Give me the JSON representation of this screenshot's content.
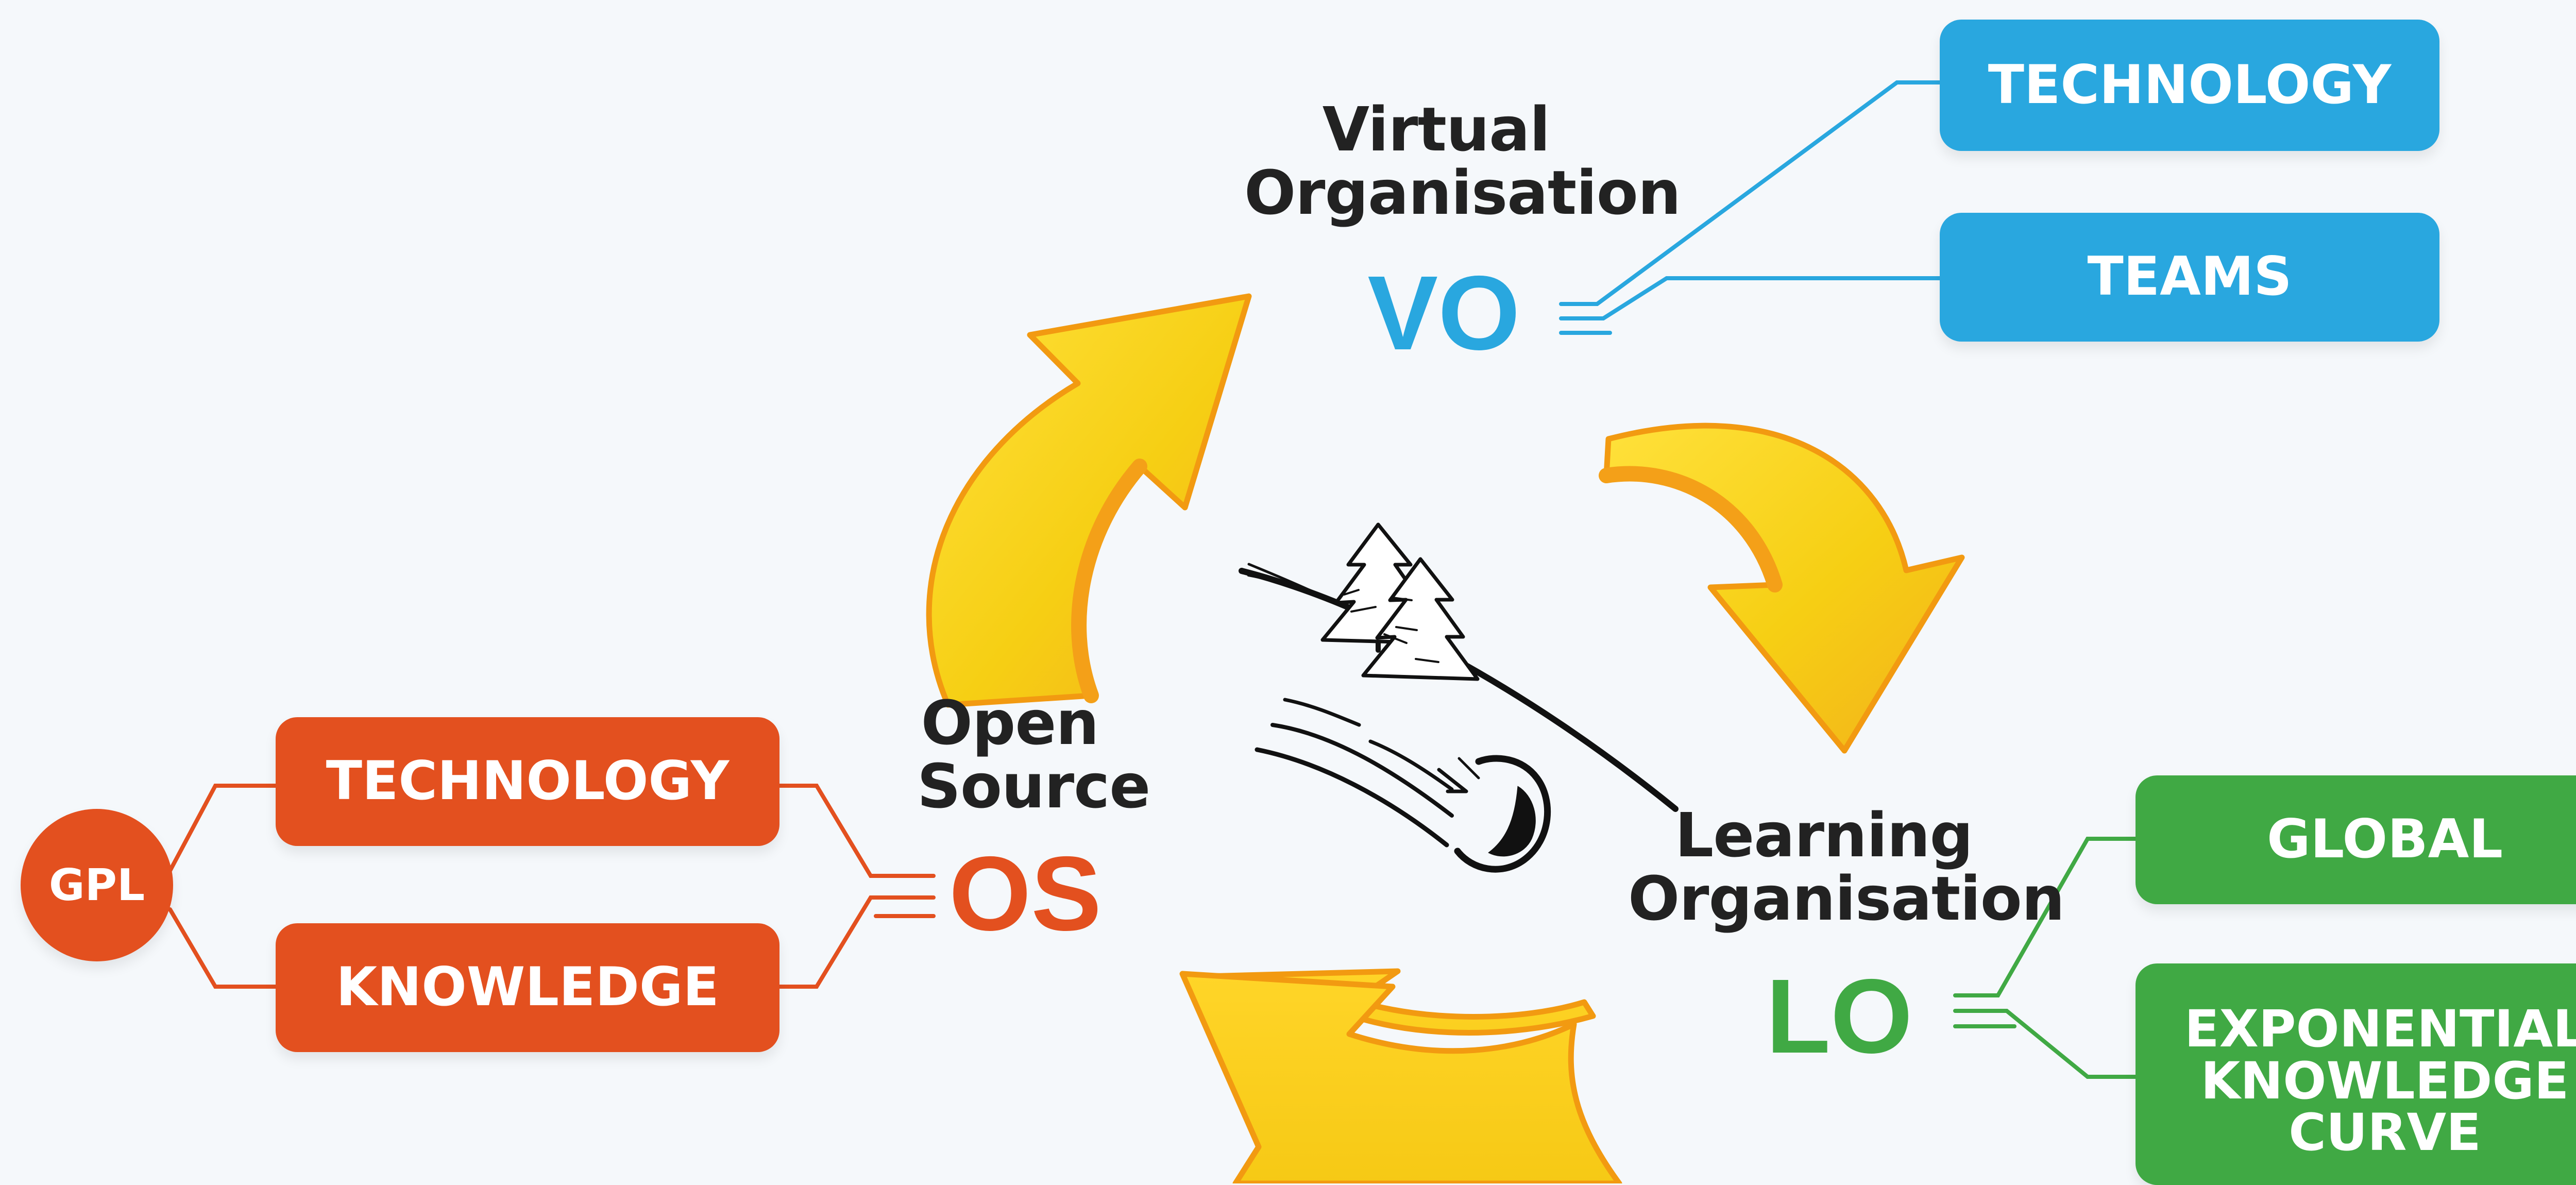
{
  "diagram": {
    "colors": {
      "background": "#f5f8fb",
      "vo_accent": "#29a7df",
      "os_accent": "#e3501f",
      "lo_accent": "#40a944",
      "arrow_yellow": "#f4cf16",
      "arrow_orange": "#f4a018",
      "text_dark": "#222222"
    },
    "virtual_organisation": {
      "title": "Virtual\nOrganisation",
      "abbr": "VO",
      "items": [
        "TECHNOLOGY",
        "TEAMS"
      ]
    },
    "open_source": {
      "title": "Open\nSource",
      "abbr": "OS",
      "items": [
        "TECHNOLOGY",
        "KNOWLEDGE"
      ],
      "root": "GPL"
    },
    "learning_organisation": {
      "title": "Learning\nOrganisation",
      "abbr": "LO",
      "items": [
        "GLOBAL",
        "EXPONENTIAL\nKNOWLEDGE\nCURVE"
      ]
    },
    "icons": {
      "center": "snowball-rolling-downhill-icon",
      "cycle": "circular-arrow-icon"
    }
  }
}
